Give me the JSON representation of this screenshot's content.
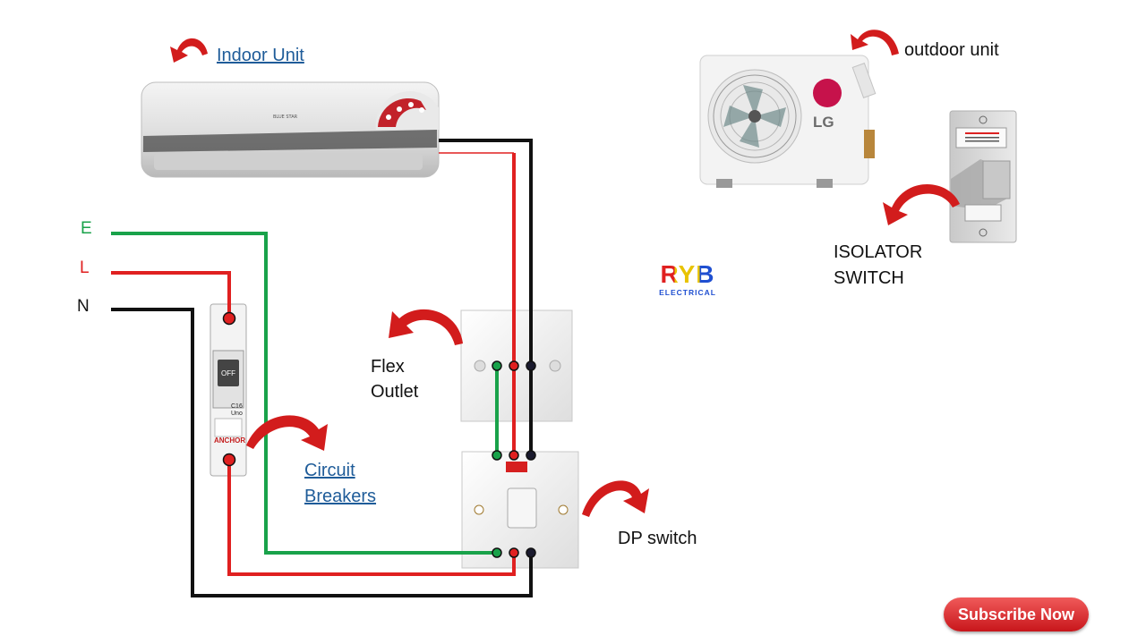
{
  "labels": {
    "indoor_unit": "Indoor Unit",
    "outdoor_unit": "outdoor unit",
    "isolator_line1": "ISOLATOR",
    "isolator_line2": "SWITCH",
    "flex_line1": "Flex",
    "flex_line2": "Outlet",
    "breaker_line1": "Circuit",
    "breaker_line2": "Breakers",
    "dp_switch": "DP switch"
  },
  "wires": {
    "earth": "E",
    "live": "L",
    "neutral": "N"
  },
  "devices": {
    "indoor_badge": "BLUE STAR",
    "outdoor_brand": "LG",
    "breaker_state": "OFF",
    "breaker_rating": "C16",
    "breaker_model": "Uno",
    "breaker_brand": "ANCHOR"
  },
  "logo": {
    "main": "RYB",
    "sub": "ELECTRICAL"
  },
  "subscribe_label": "Subscribe Now",
  "colors": {
    "earth": "#19a24a",
    "live": "#e02020",
    "neutral": "#111111",
    "arrow": "#d21c1c",
    "link": "#1f5c99"
  }
}
